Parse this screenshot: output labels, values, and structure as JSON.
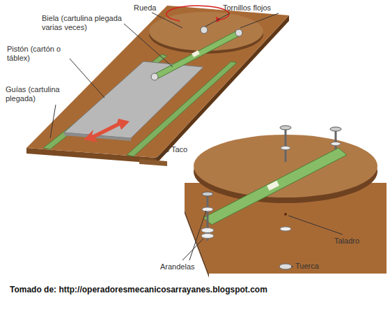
{
  "diagram": {
    "caption": "Tomado de: http://operadoresmecanicosarrayanes.blogspot.com",
    "labels": [
      "Rueda",
      "Tornillos flojos",
      "Biela (cartulina plegada varias veces)",
      "Pistón (cartón o táblex)",
      "Guías (cartulina plegada)",
      "Taco",
      "Arandelas",
      "Tuerca",
      "Taladro"
    ]
  }
}
